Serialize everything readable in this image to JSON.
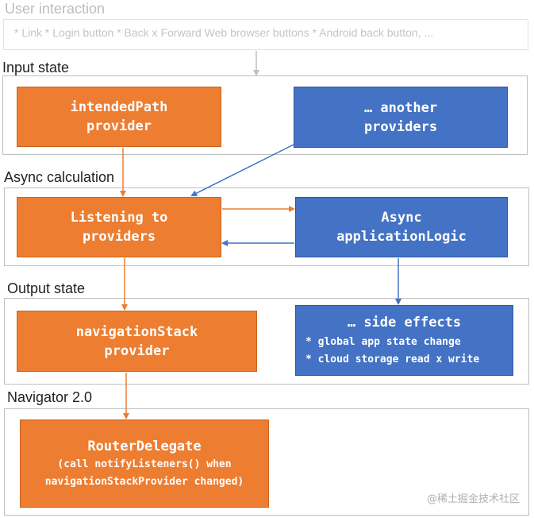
{
  "sections": {
    "user_interaction": {
      "title": "User interaction",
      "text": "* Link * Login button * Back x Forward Web browser buttons * Android back button, ..."
    },
    "input_state": {
      "title": "Input state"
    },
    "async_calculation": {
      "title": "Async calculation"
    },
    "output_state": {
      "title": "Output state"
    },
    "navigator": {
      "title": "Navigator 2.0"
    }
  },
  "nodes": {
    "intended_path": {
      "line1": "intendedPath",
      "line2": "provider"
    },
    "another_providers": {
      "line1": "… another",
      "line2": "providers"
    },
    "listening": {
      "line1": "Listening to",
      "line2": "providers"
    },
    "async_logic": {
      "line1": "Async",
      "line2": "applicationLogic"
    },
    "navigation_stack": {
      "line1": "navigationStack",
      "line2": "provider"
    },
    "side_effects": {
      "title": "… side effects",
      "item1": "* global app state change",
      "item2": "* cloud storage read x write"
    },
    "router_delegate": {
      "line1": "RouterDelegate",
      "line2": "(call notifyListeners() when",
      "line3": "navigationStackProvider changed)"
    }
  },
  "watermark": "@稀土掘金技术社区",
  "colors": {
    "orange": "#ed7d31",
    "blue": "#4472c4",
    "frame_border": "#bfbfbf",
    "faded_text": "#c4c4c4",
    "arrow_orange": "#ed7d31",
    "arrow_blue": "#4472c4",
    "arrow_gray": "#bfbfbf"
  }
}
